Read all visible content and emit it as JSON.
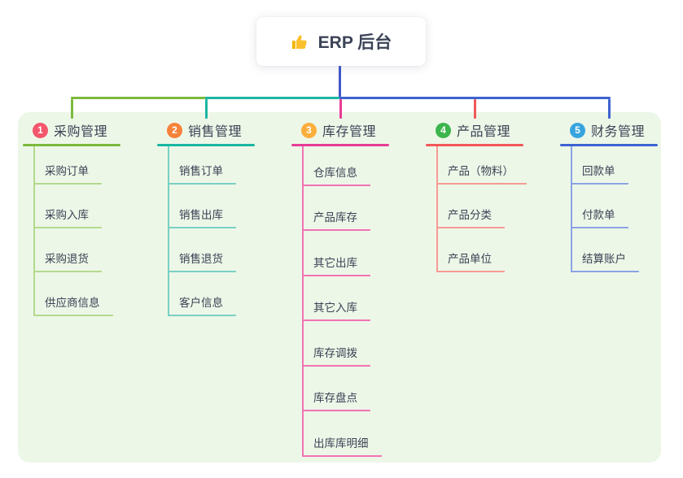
{
  "root": {
    "title": "ERP 后台",
    "icon": "thumbs-up-icon",
    "icon_color": "#fbc02d"
  },
  "stem_color": "#4257c9",
  "panel_bg": "#edf7e8",
  "text_color": "#3b4254",
  "branches": [
    {
      "badge": "1",
      "title": "采购管理",
      "colors": {
        "badge": "#f4566b",
        "line": "#7cb93e",
        "sub": "#b3da8c"
      },
      "items": [
        "采购订单",
        "采购入库",
        "采购退货",
        "供应商信息"
      ]
    },
    {
      "badge": "2",
      "title": "销售管理",
      "colors": {
        "badge": "#f6823b",
        "line": "#1cb5a3",
        "sub": "#79d0c4"
      },
      "items": [
        "销售订单",
        "销售出库",
        "销售退货",
        "客户信息"
      ]
    },
    {
      "badge": "3",
      "title": "库存管理",
      "colors": {
        "badge": "#fbae3c",
        "line": "#e83c96",
        "sub": "#f173b4"
      },
      "items": [
        "仓库信息",
        "产品库存",
        "其它出库",
        "其它入库",
        "库存调拨",
        "库存盘点",
        "出库库明细"
      ]
    },
    {
      "badge": "4",
      "title": "产品管理",
      "colors": {
        "badge": "#3db54d",
        "line": "#f25858",
        "sub": "#f79b94"
      },
      "items": [
        "产品（物料）",
        "产品分类",
        "产品单位"
      ]
    },
    {
      "badge": "5",
      "title": "财务管理",
      "colors": {
        "badge": "#38a4de",
        "line": "#3e63d0",
        "sub": "#8aa4e4"
      },
      "items": [
        "回款单",
        "付款单",
        "结算账户"
      ]
    }
  ]
}
